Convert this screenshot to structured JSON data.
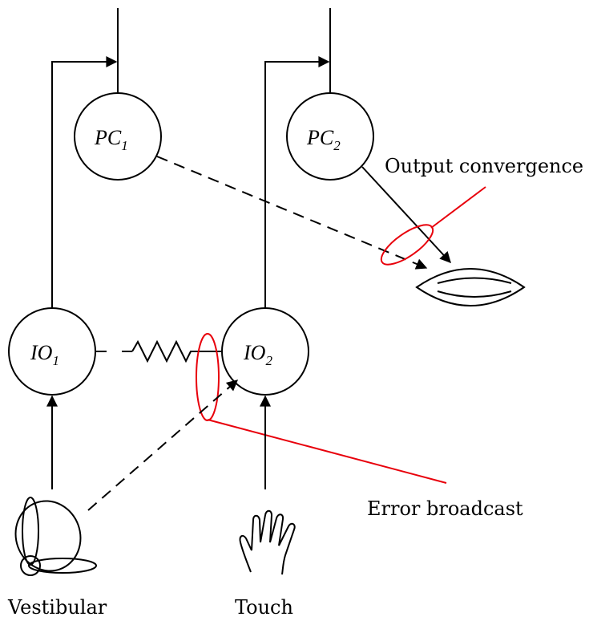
{
  "nodes": {
    "pc1": {
      "base": "PC",
      "sub": "1"
    },
    "pc2": {
      "base": "PC",
      "sub": "2"
    },
    "io1": {
      "base": "IO",
      "sub": "1"
    },
    "io2": {
      "base": "IO",
      "sub": "2"
    }
  },
  "labels": {
    "output_convergence": "Output convergence",
    "error_broadcast": "Error broadcast",
    "vestibular": "Vestibular",
    "touch": "Touch"
  },
  "colors": {
    "ink": "#000000",
    "highlight": "#e8000b"
  },
  "icons": {
    "vestibular": "vestibular-organ-icon",
    "touch": "hand-icon",
    "eye": "eye-icon"
  }
}
